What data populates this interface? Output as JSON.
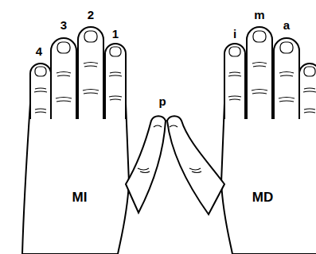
{
  "diagram": {
    "labels": [
      "4",
      "3",
      "2",
      "1",
      "p",
      "i",
      "m",
      "a",
      "MI",
      "MD"
    ]
  }
}
